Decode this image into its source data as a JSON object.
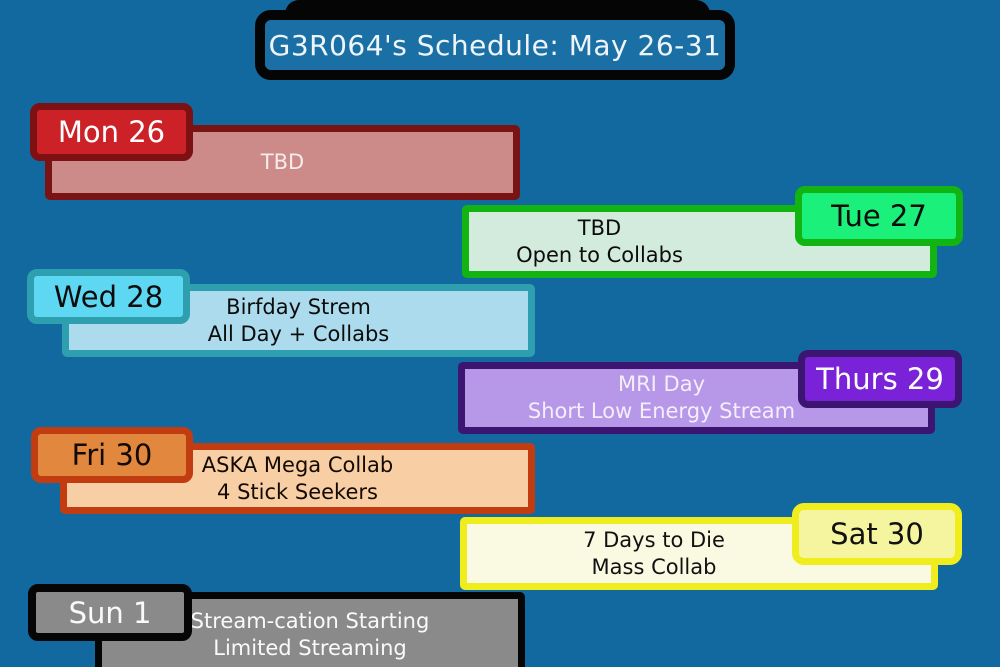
{
  "title": {
    "text": "G3R064's Schedule: May 26-31"
  },
  "background_color": "#1169a0",
  "title_colors": {
    "border": "#050505",
    "fill": "#1a70a5",
    "text": "#eef4f8"
  },
  "days": [
    {
      "name": "Monday",
      "label": "Mon 26",
      "side": "left",
      "line1": "TBD",
      "line2": "",
      "colors": {
        "label_fill": "#cb2127",
        "label_border": "#7c1012",
        "label_text": "#ffffff",
        "bar_fill": "#cc8a88",
        "bar_border": "#7a1414",
        "bar_text": "#f6ecec"
      }
    },
    {
      "name": "Tuesday",
      "label": "Tue 27",
      "side": "right",
      "line1": "TBD",
      "line2": "Open to Collabs",
      "colors": {
        "label_fill": "#1bf07b",
        "label_border": "#12b412",
        "label_text": "#0c0c0c",
        "bar_fill": "#d2ebdc",
        "bar_border": "#12b412",
        "bar_text": "#0c0c0c"
      }
    },
    {
      "name": "Wednesday",
      "label": "Wed 28",
      "side": "left",
      "line1": "Birfday Strem",
      "line2": "All Day + Collabs",
      "colors": {
        "label_fill": "#5ed8f2",
        "label_border": "#2e9fae",
        "label_text": "#0c0c0c",
        "bar_fill": "#abdbec",
        "bar_border": "#2e9fae",
        "bar_text": "#0c0c0c"
      }
    },
    {
      "name": "Thursday",
      "label": "Thurs 29",
      "side": "right",
      "line1": "MRI Day",
      "line2": "Short Low Energy Stream",
      "colors": {
        "label_fill": "#7a22d8",
        "label_border": "#3b1570",
        "label_text": "#ffffff",
        "bar_fill": "#b797e8",
        "bar_border": "#3b1570",
        "bar_text": "#f4eefc"
      }
    },
    {
      "name": "Friday",
      "label": "Fri 30",
      "side": "left",
      "line1": "ASKA Mega Collab",
      "line2": "4 Stick Seekers",
      "colors": {
        "label_fill": "#e1883e",
        "label_border": "#c23c12",
        "label_text": "#140a04",
        "bar_fill": "#f8cfa5",
        "bar_border": "#c23c12",
        "bar_text": "#140a04"
      }
    },
    {
      "name": "Saturday",
      "label": "Sat 30",
      "side": "right",
      "line1": "7 Days to Die",
      "line2": "Mass Collab",
      "colors": {
        "label_fill": "#f5f5a0",
        "label_border": "#efed1e",
        "label_text": "#111111",
        "bar_fill": "#fafae2",
        "bar_border": "#efed1e",
        "bar_text": "#111111"
      }
    },
    {
      "name": "Sunday",
      "label": "Sun 1",
      "side": "left",
      "line1": "Stream-cation Starting",
      "line2": "Limited Streaming",
      "colors": {
        "label_fill": "#8a8a8a",
        "label_border": "#060606",
        "label_text": "#fafafa",
        "bar_fill": "#8a8a8a",
        "bar_border": "#060606",
        "bar_text": "#fafafa"
      }
    }
  ]
}
